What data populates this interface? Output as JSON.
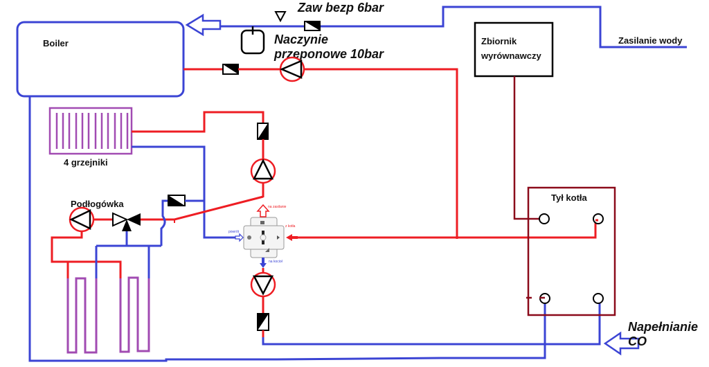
{
  "diagram": {
    "title": "Schemat instalacji CO z kotłem, boilerem i zaworem czterodrogowym",
    "colors": {
      "cold": "#3b44d4",
      "hot": "#ee1d23",
      "boiler_frame": "#8b0a1a",
      "radiator": "#a14bb2",
      "symbol": "#000000"
    }
  },
  "labels": {
    "boiler": "Boiler",
    "safety_valve": "Zaw bezp 6bar",
    "expansion_vessel_line1": "Naczynie",
    "expansion_vessel_line2": "przeponowe 10bar",
    "expansion_tank_line1": "Zbiornik",
    "expansion_tank_line2": "wyrównawczy",
    "water_supply": "Zasilanie wody",
    "radiators": "4 grzejniki",
    "underfloor": "Podłogówka",
    "boiler_back": "Tył kotła",
    "fill_co_line1": "Napełnianie",
    "fill_co_line2": "CO"
  },
  "four_way_valve": {
    "port_top": "na zasilanie",
    "port_right": "z kotła",
    "port_left": "powrót",
    "port_bottom": "na kocioł"
  },
  "components": [
    {
      "type": "boiler",
      "label_ref": "boiler"
    },
    {
      "type": "safety-valve",
      "label_ref": "safety_valve"
    },
    {
      "type": "expansion-vessel",
      "label_ref": "expansion_vessel"
    },
    {
      "type": "expansion-tank",
      "label_ref": "expansion_tank"
    },
    {
      "type": "radiator",
      "label_ref": "radiators"
    },
    {
      "type": "underfloor-loops",
      "count": 2
    },
    {
      "type": "pump",
      "count": 4
    },
    {
      "type": "check-valve",
      "count": 5
    },
    {
      "type": "three-way-valve",
      "count": 1
    },
    {
      "type": "four-way-mixing-valve",
      "count": 1
    },
    {
      "type": "boiler-back-panel",
      "ports": 4
    }
  ]
}
